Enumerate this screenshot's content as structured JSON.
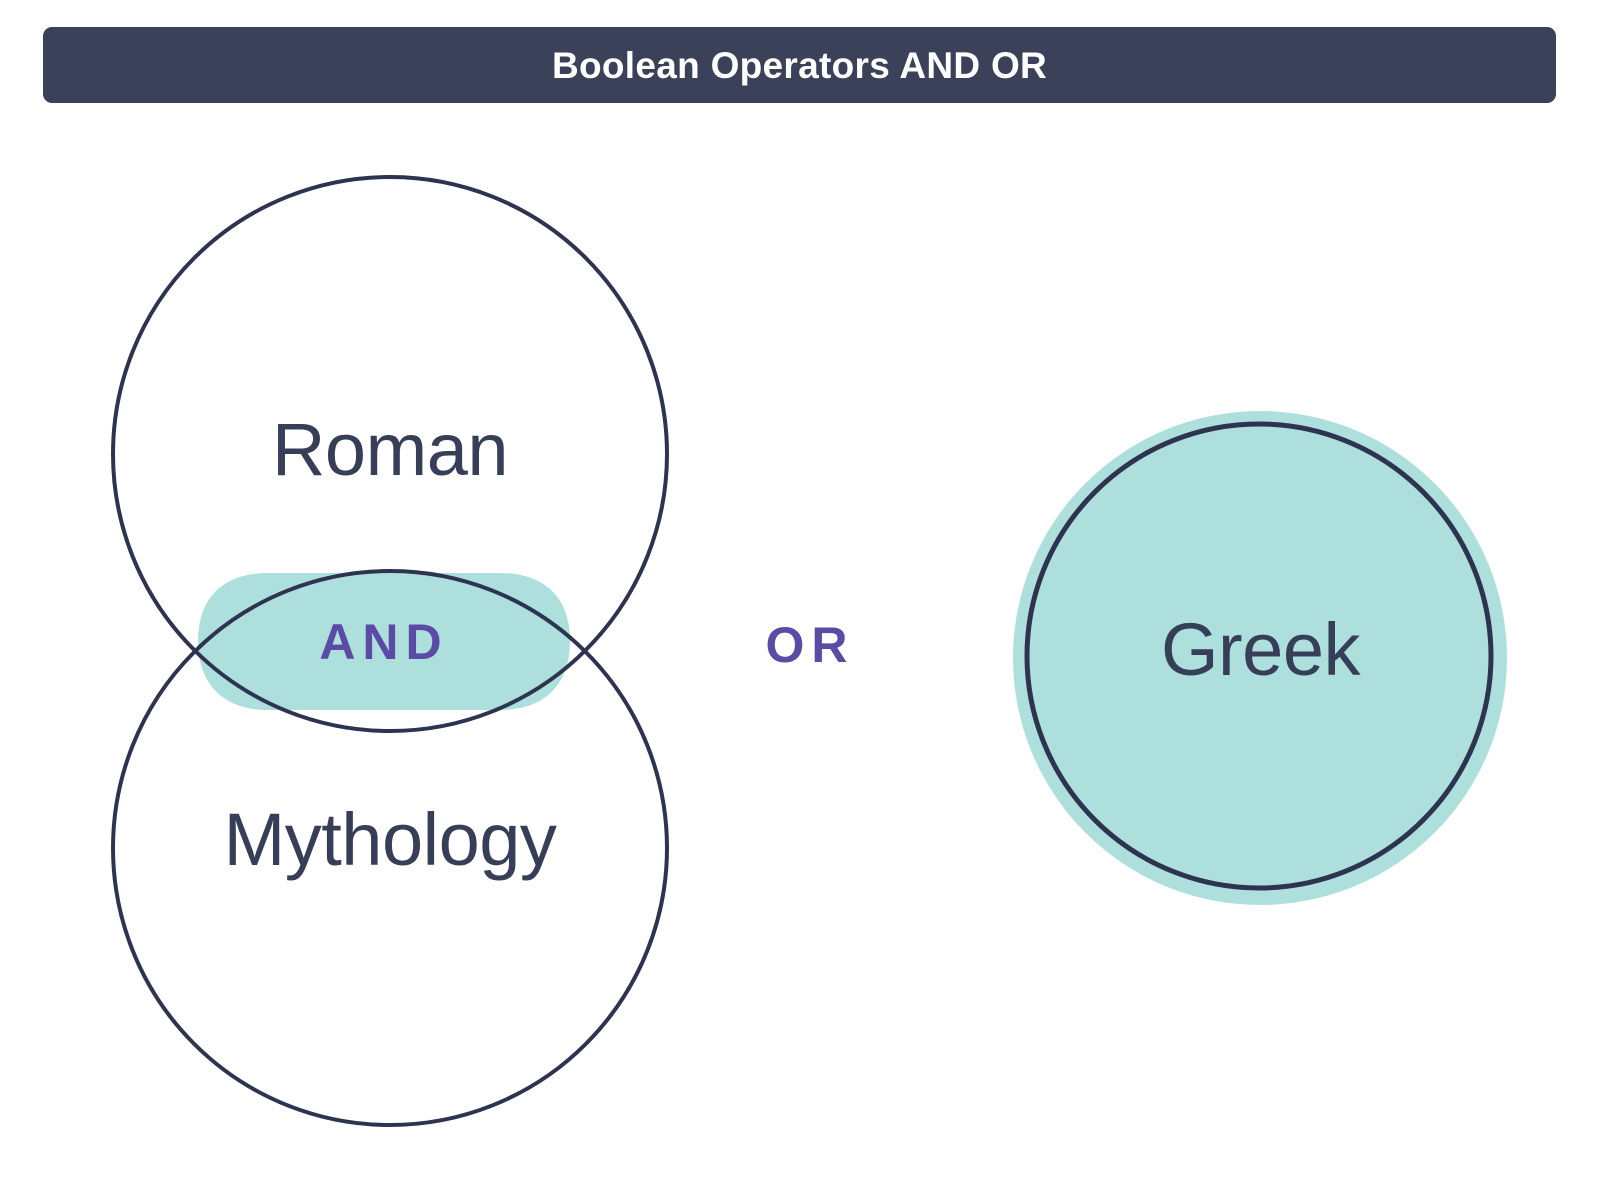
{
  "title_bar": {
    "text": "Boolean Operators AND OR"
  },
  "diagram": {
    "type": "venn-boolean-operators",
    "sets": {
      "roman": "Roman",
      "mythology": "Mythology",
      "greek": "Greek"
    },
    "operators": {
      "and": "AND",
      "or": "OR"
    }
  },
  "colors": {
    "title_bar_bg": "#3A4158",
    "title_text": "#FFFFFF",
    "circle_stroke": "#2E3450",
    "teal_fill": "#ADE0DD",
    "set_label_text": "#363E58",
    "operator_text": "#5B4BA5",
    "page_bg": "#FFFFFF"
  }
}
